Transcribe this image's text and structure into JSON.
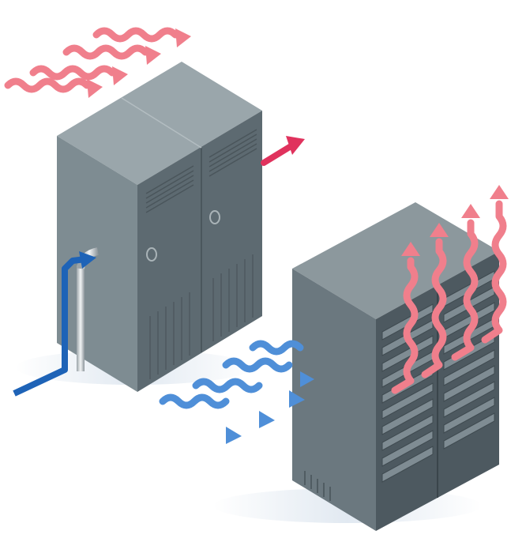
{
  "diagram": {
    "colors": {
      "background": "#ffffff",
      "warm_air": "#f07f8c",
      "hot_exhaust": "#e0325d",
      "cool_air": "#4f8fd8",
      "chilled_pipe": "#1e63b7",
      "cabinet_front": "#7e8c92",
      "cabinet_side": "#5d6a71",
      "cabinet_top": "#9aa6ab",
      "rack_front": "#6b787f",
      "rack_side": "#4d5960",
      "rack_top": "#8c989d"
    },
    "elements": [
      {
        "id": "cooling-unit",
        "kind": "computer-room-air-handler"
      },
      {
        "id": "server-rack",
        "kind": "server-rack-cabinet"
      },
      {
        "id": "warm-return-air",
        "kind": "wavy-arrow-group",
        "direction": "down-right",
        "count": 4
      },
      {
        "id": "cool-supply-air",
        "kind": "wavy-arrow-group",
        "direction": "down-right",
        "count": 4
      },
      {
        "id": "rack-exhaust-heat",
        "kind": "wavy-arrow-group",
        "direction": "up",
        "count": 4
      },
      {
        "id": "exhaust-out",
        "kind": "arrow",
        "direction": "up-right"
      },
      {
        "id": "chilled-water-pipe",
        "kind": "pipe-arrow",
        "direction": "up"
      }
    ]
  }
}
